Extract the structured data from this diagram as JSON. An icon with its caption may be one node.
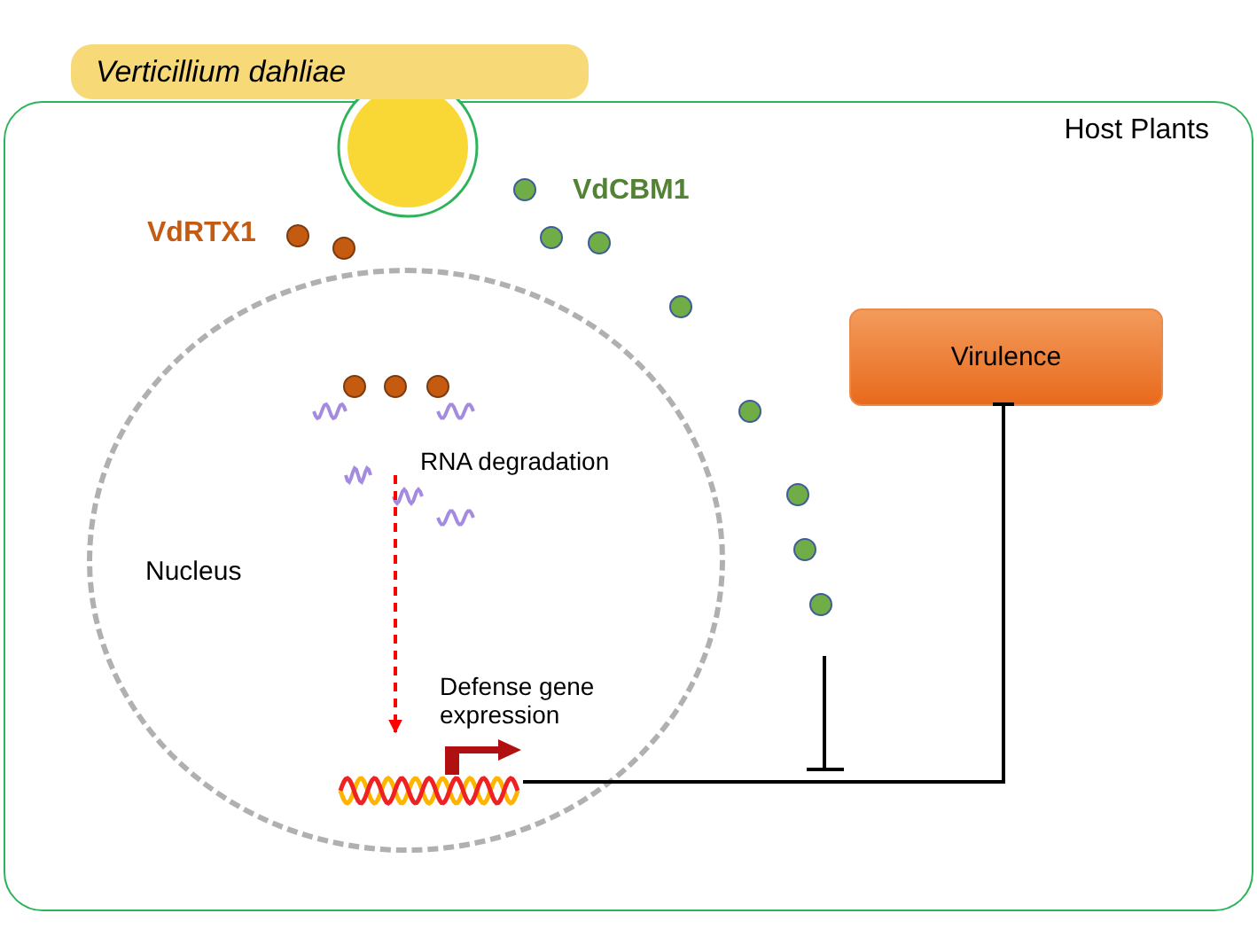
{
  "diagram": {
    "nodes": [
      {
        "text": [
          "Host Plants"
        ]
      },
      {
        "text": [
          "Verticillium dahliae"
        ]
      },
      {
        "text": [
          "Nucleus"
        ],
        "in": 0
      },
      {
        "text": [
          "Virulence"
        ],
        "in": 0
      },
      {
        "text": [
          "RNA degradation"
        ],
        "in": 2
      },
      {
        "text": [],
        "shape": "picture",
        "beside": [
          "Defense gene expression"
        ],
        "in": 2
      }
    ],
    "edges": [
      {
        "from": 4,
        "to": 5,
        "arrow": "to",
        "style": "dashed",
        "color": "#ff0000"
      },
      {
        "from": 5,
        "to": 3,
        "arrow": "other",
        "color": "#000000"
      }
    ],
    "labels": [
      "VdRTX1",
      "VdCBM1"
    ]
  }
}
